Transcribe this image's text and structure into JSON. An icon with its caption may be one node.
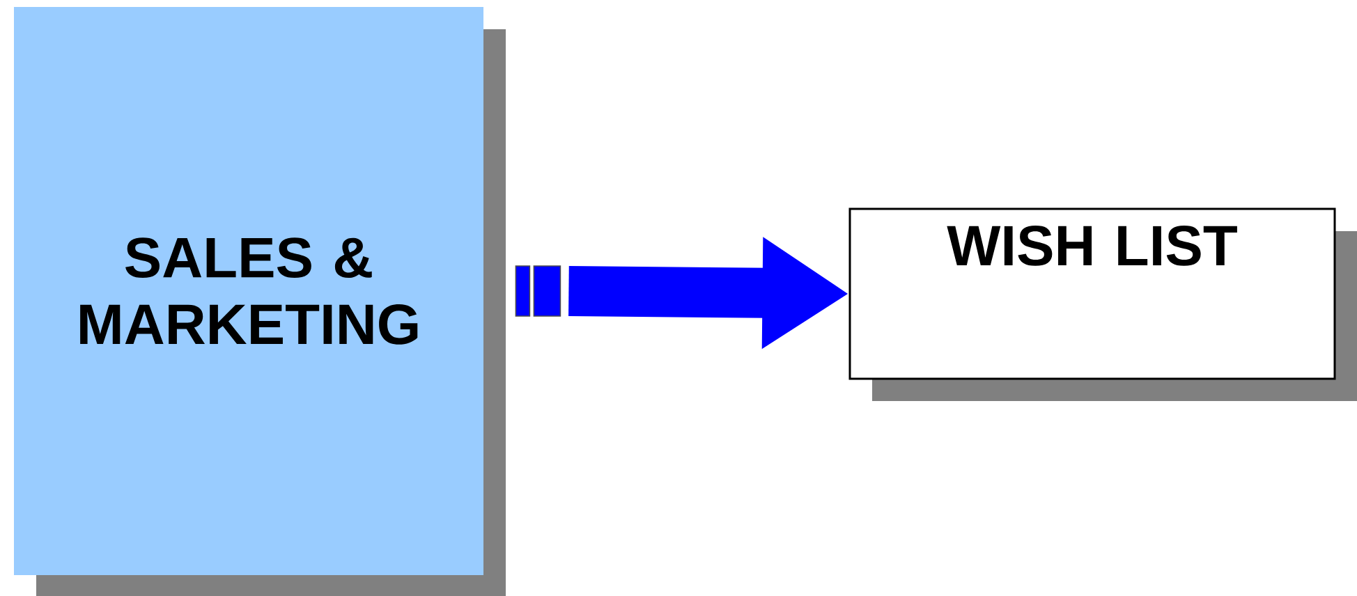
{
  "diagram": {
    "nodes": [
      {
        "text": [
          "SALES & MARKETING"
        ]
      },
      {
        "text": [
          "WISH LIST"
        ]
      }
    ],
    "edges": [
      {
        "from": 0,
        "to": 1,
        "arrow": "to"
      }
    ]
  }
}
